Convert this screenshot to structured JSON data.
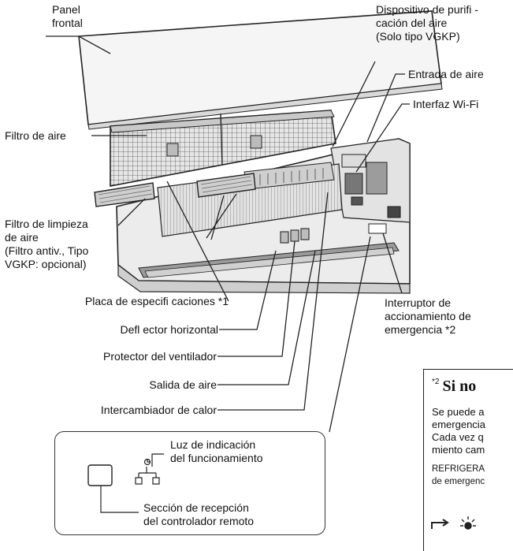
{
  "labels": {
    "panel_frontal": [
      "Panel",
      "frontal"
    ],
    "dispositivo": [
      "Dispositivo de purifi -",
      "cación del aire",
      "(Solo tipo VGKP)"
    ],
    "entrada_aire": "Entrada de aire",
    "interfaz_wifi": "Interfaz Wi-Fi",
    "filtro_aire": "Filtro de aire",
    "filtro_limpieza": [
      "Filtro de limpieza",
      "de aire",
      "(Filtro antiv., Tipo",
      "VGKP: opcional)"
    ],
    "placa": "Placa de especifi caciones *1",
    "deflector": "Defl ector horizontal",
    "protector": "Protector del ventilador",
    "salida": "Salida de aire",
    "intercambiador": "Intercambiador de calor",
    "interruptor": [
      "Interruptor de",
      "accionamiento de",
      "emergencia *2"
    ],
    "luz": [
      "Luz de indicación",
      "del funcionamiento"
    ],
    "seccion": [
      "Sección de recepción",
      "del controlador remoto"
    ]
  },
  "note": {
    "marker": "*2",
    "title": "Si no",
    "lines": [
      "Se puede a",
      "emergencia",
      "Cada vez q",
      "miento cam"
    ],
    "lines_small": [
      "REFRIGERA",
      "de emergenc"
    ]
  },
  "colors": {
    "line": "#222222",
    "panel_fill": "#f4f4f4",
    "unit_fill": "#e9e9e9",
    "filter_fill": "#d6d6d6",
    "dark": "#5a5a5a"
  }
}
